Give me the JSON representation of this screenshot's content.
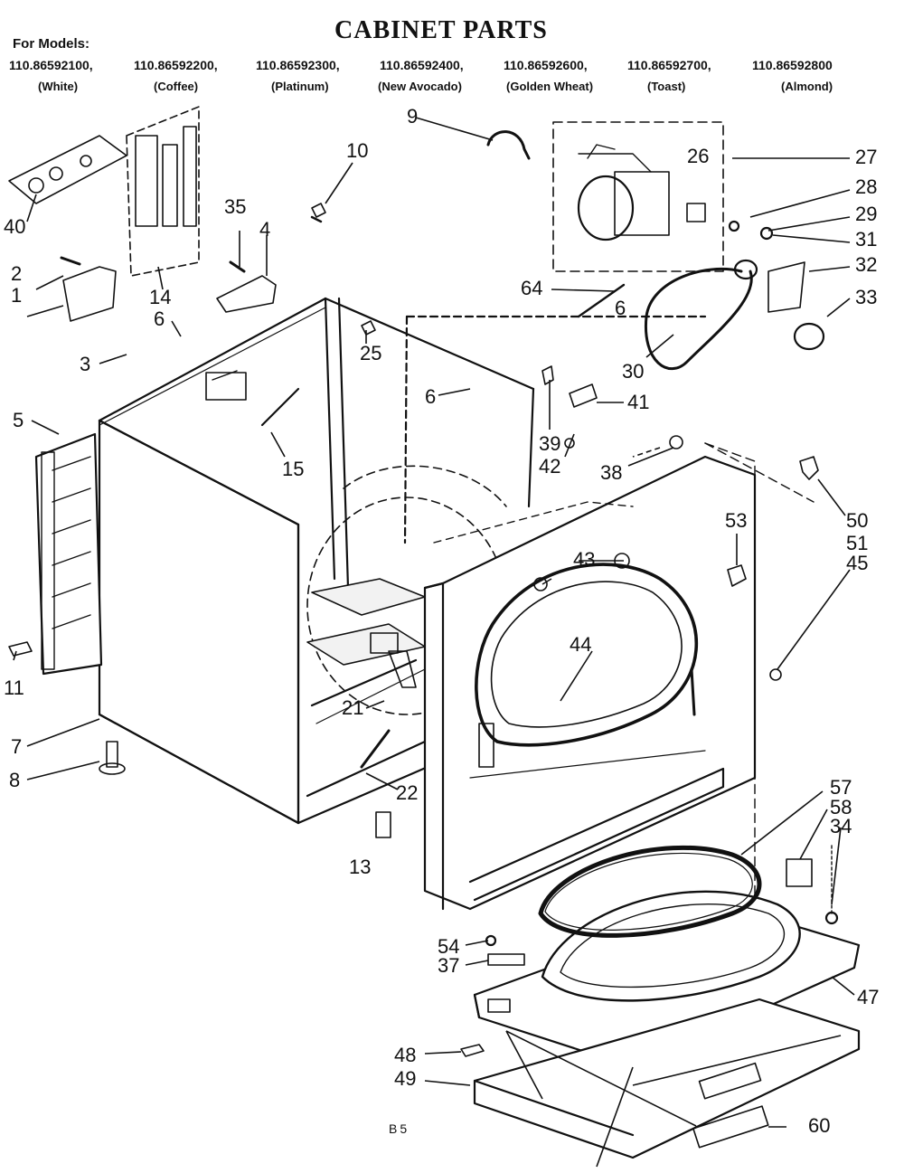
{
  "title": "CABINET PARTS",
  "for_models_label": "For Models:",
  "models": [
    {
      "number": "110.86592100,",
      "color": "(White)"
    },
    {
      "number": "110.86592200,",
      "color": "(Coffee)"
    },
    {
      "number": "110.86592300,",
      "color": "(Platinum)"
    },
    {
      "number": "110.86592400,",
      "color": "(New Avocado)"
    },
    {
      "number": "110.86592600,",
      "color": "(Golden Wheat)"
    },
    {
      "number": "110.86592700,",
      "color": "(Toast)"
    },
    {
      "number": "110.86592800",
      "color": "(Almond)"
    }
  ],
  "callouts": [
    "1",
    "2",
    "3",
    "4",
    "5",
    "6",
    "6",
    "6",
    "7",
    "8",
    "9",
    "10",
    "11",
    "13",
    "14",
    "15",
    "21",
    "22",
    "25",
    "26",
    "27",
    "28",
    "29",
    "30",
    "31",
    "32",
    "33",
    "34",
    "35",
    "37",
    "38",
    "39",
    "40",
    "41",
    "42",
    "43",
    "44",
    "45",
    "47",
    "48",
    "49",
    "50",
    "51",
    "53",
    "54",
    "57",
    "58",
    "60",
    "64"
  ],
  "footer_code": "B5"
}
